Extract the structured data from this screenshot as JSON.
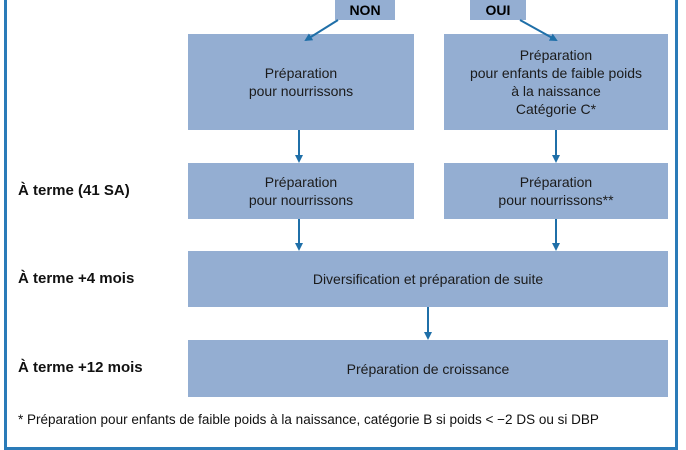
{
  "tags": {
    "non": "NON",
    "oui": "OUI"
  },
  "boxes": {
    "left_top": "Préparation\npour nourrissons",
    "right_top": "Préparation\npour enfants de faible poids\nà la naissance\nCatégorie C*",
    "left_mid": "Préparation\npour nourrissons",
    "right_mid": "Préparation\npour nourrissons**",
    "row3": "Diversification et préparation de suite",
    "row4": "Préparation de croissance"
  },
  "labels": {
    "term": "À terme (41 SA)",
    "term4": "À terme +4 mois",
    "term12": "À terme +12 mois"
  },
  "footnote": "* Préparation pour enfants de faible poids à la naissance, catégorie B si poids < −2 DS ou si DBP",
  "colors": {
    "box": "#94aed2",
    "arrow": "#1f6fa8",
    "frame": "#2a7bb8"
  }
}
